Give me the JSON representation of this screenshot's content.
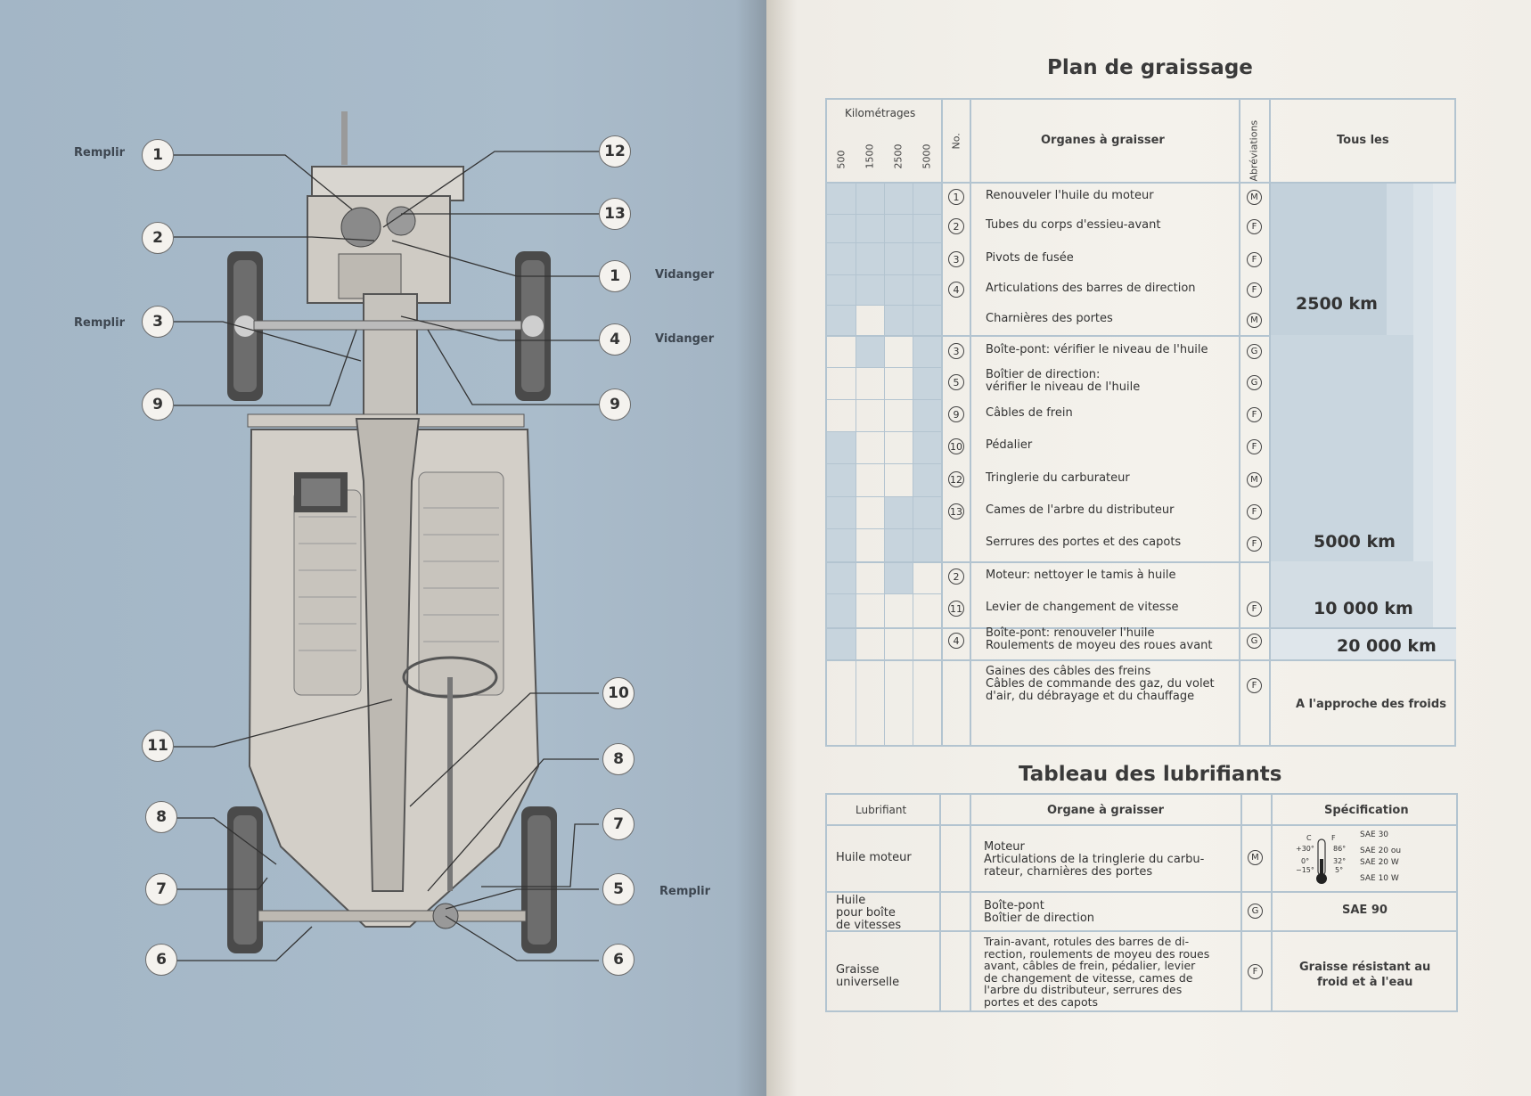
{
  "left": {
    "callouts": [
      {
        "id": "c1a",
        "label": "1"
      },
      {
        "id": "c2",
        "label": "2"
      },
      {
        "id": "c3",
        "label": "3"
      },
      {
        "id": "c9a",
        "label": "9"
      },
      {
        "id": "c12",
        "label": "12"
      },
      {
        "id": "c13",
        "label": "13"
      },
      {
        "id": "c1b",
        "label": "1"
      },
      {
        "id": "c4",
        "label": "4"
      },
      {
        "id": "c9b",
        "label": "9"
      },
      {
        "id": "c10",
        "label": "10"
      },
      {
        "id": "c11",
        "label": "11"
      },
      {
        "id": "c8a",
        "label": "8"
      },
      {
        "id": "c8b",
        "label": "8"
      },
      {
        "id": "c7a",
        "label": "7"
      },
      {
        "id": "c7b",
        "label": "7"
      },
      {
        "id": "c5",
        "label": "5"
      },
      {
        "id": "c6a",
        "label": "6"
      },
      {
        "id": "c6b",
        "label": "6"
      }
    ],
    "labels": {
      "remplir_1": "Remplir",
      "remplir_3": "Remplir",
      "vidanger_1": "Vidanger",
      "vidanger_4": "Vidanger",
      "remplir_5": "Remplir"
    }
  },
  "plan": {
    "title": "Plan de graissage",
    "header": {
      "km": "Kilométrages",
      "km_cols": [
        "500",
        "1500",
        "2500",
        "5000"
      ],
      "no": "No.",
      "organes": "Organes à graisser",
      "abbr": "Abréviations",
      "tous": "Tous les"
    },
    "rows": [
      {
        "no": "1",
        "text": "Renouveler l'huile du moteur",
        "abbr": "M"
      },
      {
        "no": "2",
        "text": "Tubes du corps d'essieu-avant",
        "abbr": "F"
      },
      {
        "no": "3",
        "text": "Pivots de fusée",
        "abbr": "F"
      },
      {
        "no": "4",
        "text": "Articulations des barres de direction",
        "abbr": "F"
      },
      {
        "no": "",
        "text": "Charnières des portes",
        "abbr": "M"
      },
      {
        "no": "3",
        "text": "Boîte-pont: vérifier le niveau de l'huile",
        "abbr": "G"
      },
      {
        "no": "5",
        "text": "Boîtier de direction:\nvérifier le niveau de l'huile",
        "abbr": "G"
      },
      {
        "no": "9",
        "text": "Câbles de frein",
        "abbr": "F"
      },
      {
        "no": "10",
        "text": "Pédalier",
        "abbr": "F"
      },
      {
        "no": "12",
        "text": "Tringlerie du carburateur",
        "abbr": "M"
      },
      {
        "no": "13",
        "text": "Cames de l'arbre du distributeur",
        "abbr": "F"
      },
      {
        "no": "",
        "text": "Serrures des portes et des capots",
        "abbr": "F"
      },
      {
        "no": "2",
        "text": "Moteur: nettoyer le tamis à huile",
        "abbr": ""
      },
      {
        "no": "11",
        "text": "Levier de changement de vitesse",
        "abbr": "F"
      },
      {
        "no": "4",
        "text": "Boîte-pont: renouveler l'huile\nRoulements de moyeu des roues avant",
        "abbr": "G"
      },
      {
        "no": "",
        "text": "Gaines des câbles des freins\nCâbles de commande des gaz, du volet\nd'air, du débrayage et du chauffage",
        "abbr": "F"
      }
    ],
    "intervals": {
      "i2500": "2500 km",
      "i5000": "5000 km",
      "i10000": "10 000 km",
      "i20000": "20 000 km",
      "froids": "A l'approche des froids"
    }
  },
  "lub": {
    "title": "Tableau des lubrifiants",
    "header": {
      "lub": "Lubrifiant",
      "organe": "Organe à graisser",
      "spec": "Spécification"
    },
    "rows": [
      {
        "lub": "Huile moteur",
        "organe": "Moteur\nArticulations de la tringlerie du carbu-\nrateur, charnières des portes",
        "abbr": "M",
        "spec": ""
      },
      {
        "lub": "Huile\npour boîte\nde vitesses",
        "organe": "Boîte-pont\nBoîtier de direction",
        "abbr": "G",
        "spec": "SAE 90"
      },
      {
        "lub": "Graisse\nuniverselle",
        "organe": "Train-avant, rotules des barres de di-\nrection, roulements de moyeu des roues\navant, câbles de frein, pédalier, levier\nde changement de vitesse, cames de\nl'arbre du distributeur, serrures des\nportes et des capots",
        "abbr": "F",
        "spec": "Graisse résistant au\nfroid et à l'eau"
      }
    ],
    "thermo": {
      "c": "C",
      "f": "F",
      "c30": "+30°",
      "f86": "86°",
      "c0": "0°",
      "f32": "32°",
      "cm15": "−15°",
      "f5": "5°",
      "sae30": "SAE 30",
      "sae20ou": "SAE 20 ou",
      "sae20w": "SAE 20 W",
      "sae10w": "SAE 10 W"
    }
  }
}
